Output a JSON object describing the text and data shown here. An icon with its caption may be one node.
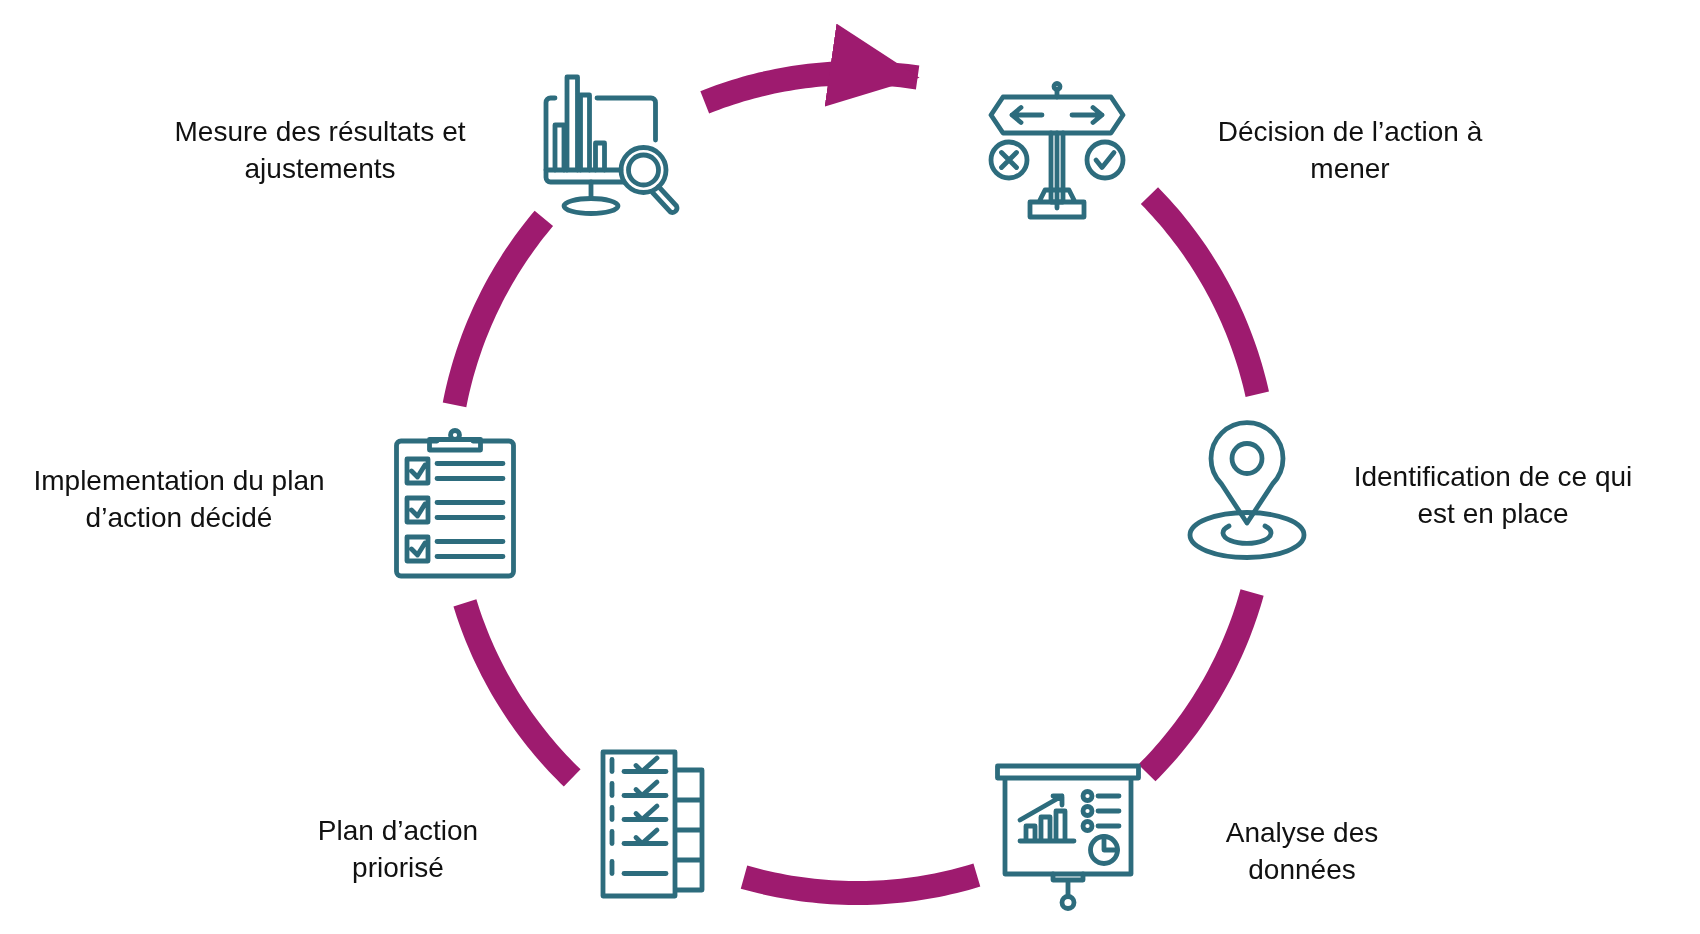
{
  "diagram": {
    "nodes": [
      {
        "text": [
          "Mesure des résultats et ajustements"
        ]
      },
      {
        "text": [
          "Décision de l’action à mener"
        ]
      },
      {
        "text": [
          "Identification de ce qui est en place"
        ]
      },
      {
        "text": [
          "Analyse des données"
        ]
      },
      {
        "text": [
          "Plan d’action priorisé"
        ]
      },
      {
        "text": [
          "Implementation du plan d’action décidé"
        ]
      }
    ],
    "edges": [
      {
        "from": 0,
        "to": 1,
        "arrow": "to"
      },
      {
        "from": 1,
        "to": 2,
        "arrow": "none"
      },
      {
        "from": 2,
        "to": 3,
        "arrow": "none"
      },
      {
        "from": 3,
        "to": 4,
        "arrow": "none"
      },
      {
        "from": 4,
        "to": 5,
        "arrow": "none"
      },
      {
        "from": 5,
        "to": 0,
        "arrow": "none"
      }
    ]
  }
}
